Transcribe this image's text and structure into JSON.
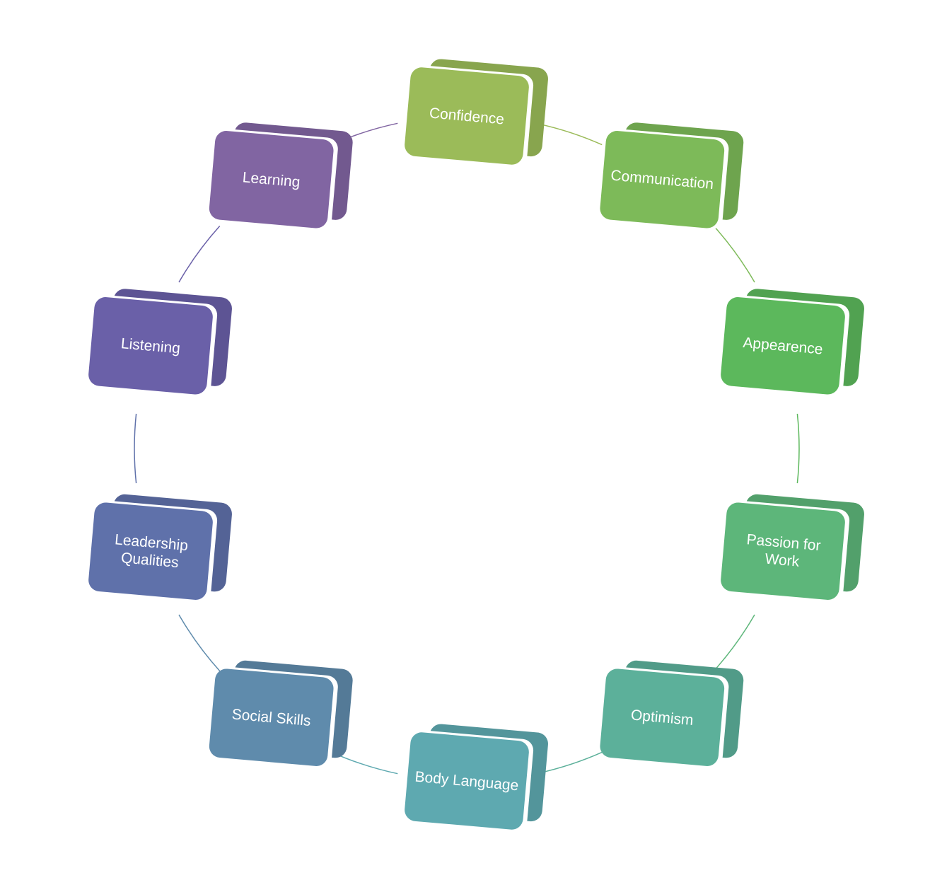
{
  "diagram": {
    "type": "cycle",
    "nodes": [
      {
        "id": "confidence",
        "lines": [
          "Confidence"
        ],
        "color": "#9bbb59"
      },
      {
        "id": "communication",
        "lines": [
          "Communication"
        ],
        "color": "#7dba59"
      },
      {
        "id": "appearence",
        "lines": [
          "Appearence"
        ],
        "color": "#5cb85c"
      },
      {
        "id": "passion-for-work",
        "lines": [
          "Passion for",
          "Work"
        ],
        "color": "#5db67a"
      },
      {
        "id": "optimism",
        "lines": [
          "Optimism"
        ],
        "color": "#5cb09a"
      },
      {
        "id": "body-language",
        "lines": [
          "Body Language"
        ],
        "color": "#5ea9b0"
      },
      {
        "id": "social-skills",
        "lines": [
          "Social Skills"
        ],
        "color": "#5f8bac"
      },
      {
        "id": "leadership-qualities",
        "lines": [
          "Leadership",
          "Qualities"
        ],
        "color": "#5f71aa"
      },
      {
        "id": "listening",
        "lines": [
          "Listening"
        ],
        "color": "#6a60a8"
      },
      {
        "id": "learning",
        "lines": [
          "Learning"
        ],
        "color": "#8165a2"
      }
    ]
  }
}
